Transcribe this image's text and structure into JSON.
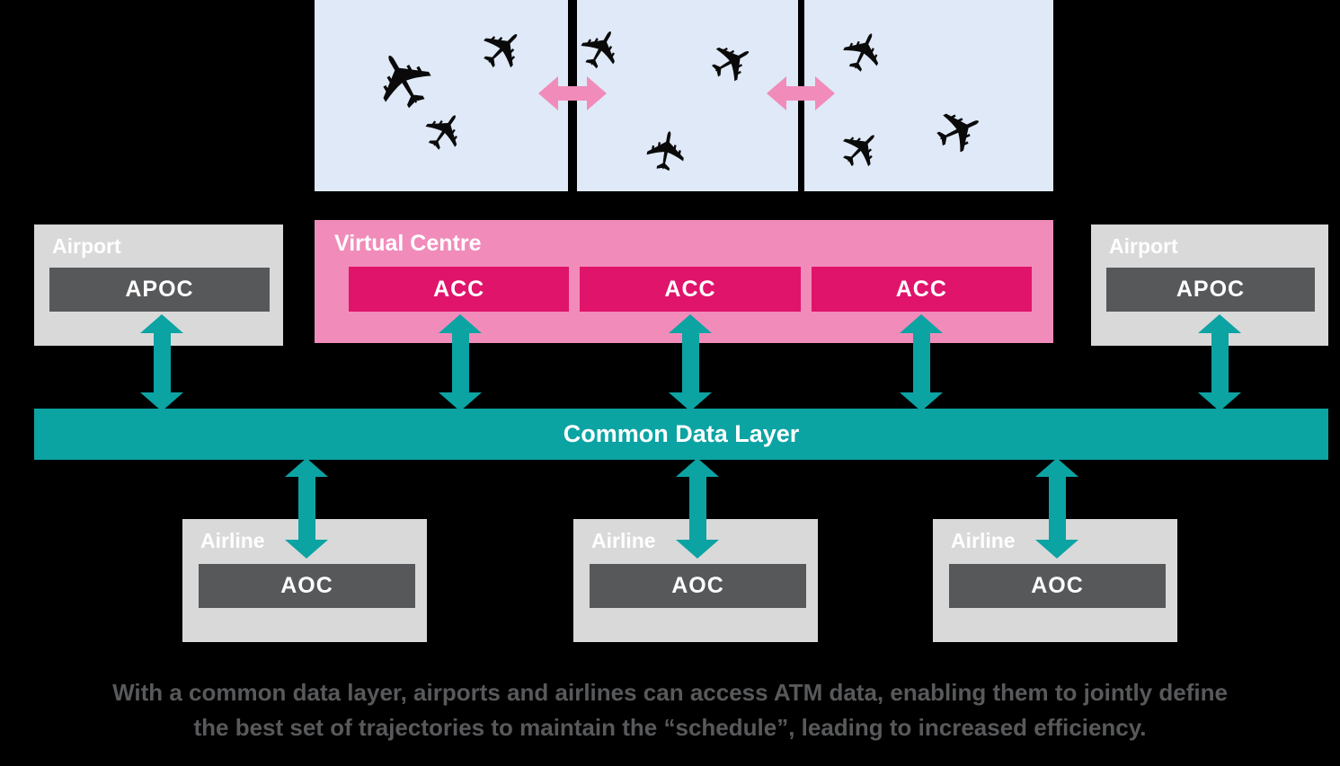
{
  "diagram": {
    "airspace": {
      "plane_icon": "✈"
    },
    "virtual_centre": {
      "title": "Virtual Centre",
      "centres": [
        "ACC",
        "ACC",
        "ACC"
      ]
    },
    "airports": [
      {
        "title": "Airport",
        "unit": "APOC"
      },
      {
        "title": "Airport",
        "unit": "APOC"
      }
    ],
    "common_data_layer": {
      "title": "Common Data Layer"
    },
    "airlines": [
      {
        "title": "Airline",
        "unit": "AOC"
      },
      {
        "title": "Airline",
        "unit": "AOC"
      },
      {
        "title": "Airline",
        "unit": "AOC"
      }
    ],
    "caption": {
      "line1": "With a common data layer, airports and airlines can access ATM data, enabling them to jointly define",
      "line2": "the best set of trajectories to maintain the “schedule”, leading to increased efficiency."
    },
    "colors": {
      "teal": "#0ca3a3",
      "pink_light": "#f18cba",
      "pink_dark": "#e0146b",
      "gray_light": "#d9d9d9",
      "gray_dark": "#57585a",
      "airspace_blue": "#dfe9f8",
      "caption_gray": "#58595b"
    }
  }
}
